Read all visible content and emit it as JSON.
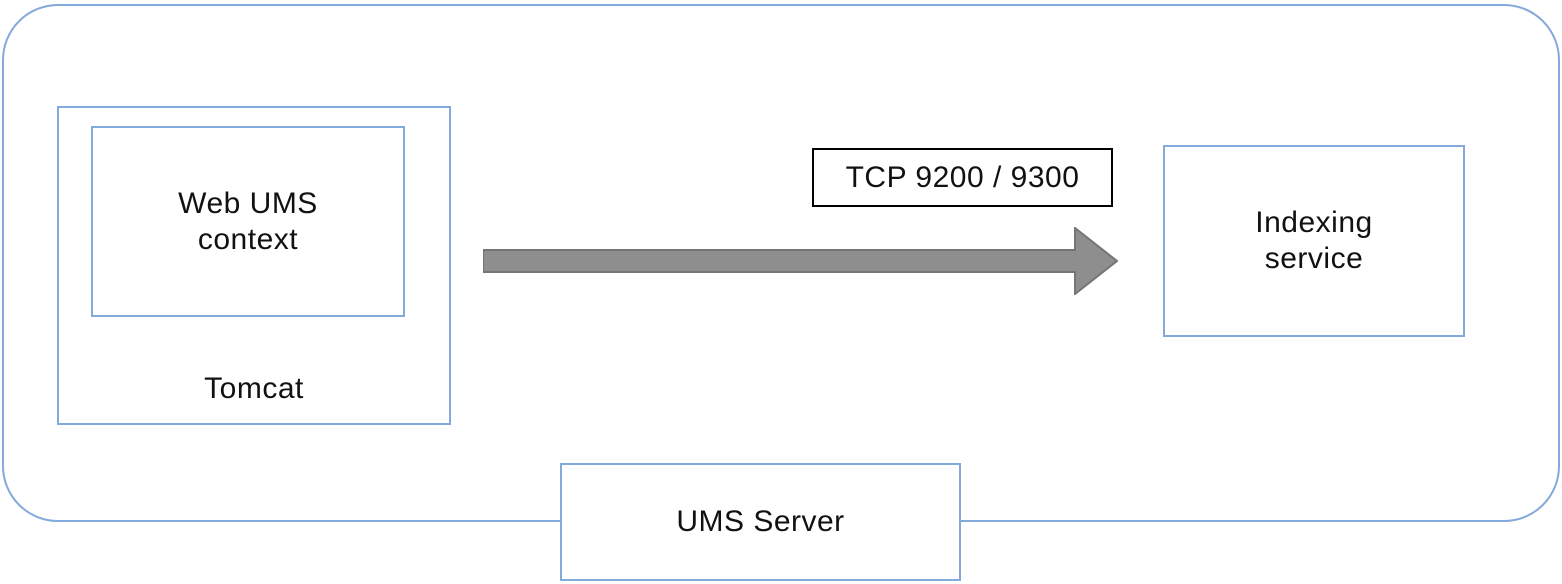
{
  "diagram": {
    "nodes": {
      "web_ums_context": {
        "label": "Web UMS\ncontext"
      },
      "tomcat": {
        "label": "Tomcat"
      },
      "tcp_ports": {
        "label": "TCP 9200 / 9300"
      },
      "indexing_service": {
        "label": "Indexing\nservice"
      },
      "ums_server": {
        "label": "UMS Server"
      }
    },
    "edges": [
      {
        "from": "tomcat",
        "to": "indexing_service",
        "label": "TCP 9200 / 9300",
        "direction": "right"
      }
    ],
    "colors": {
      "box_border": "#84a9dc",
      "label_box_border": "#000000",
      "arrow_fill": "#8e8e8e",
      "arrow_stroke": "#757575",
      "text": "#111111",
      "background": "#ffffff"
    }
  }
}
